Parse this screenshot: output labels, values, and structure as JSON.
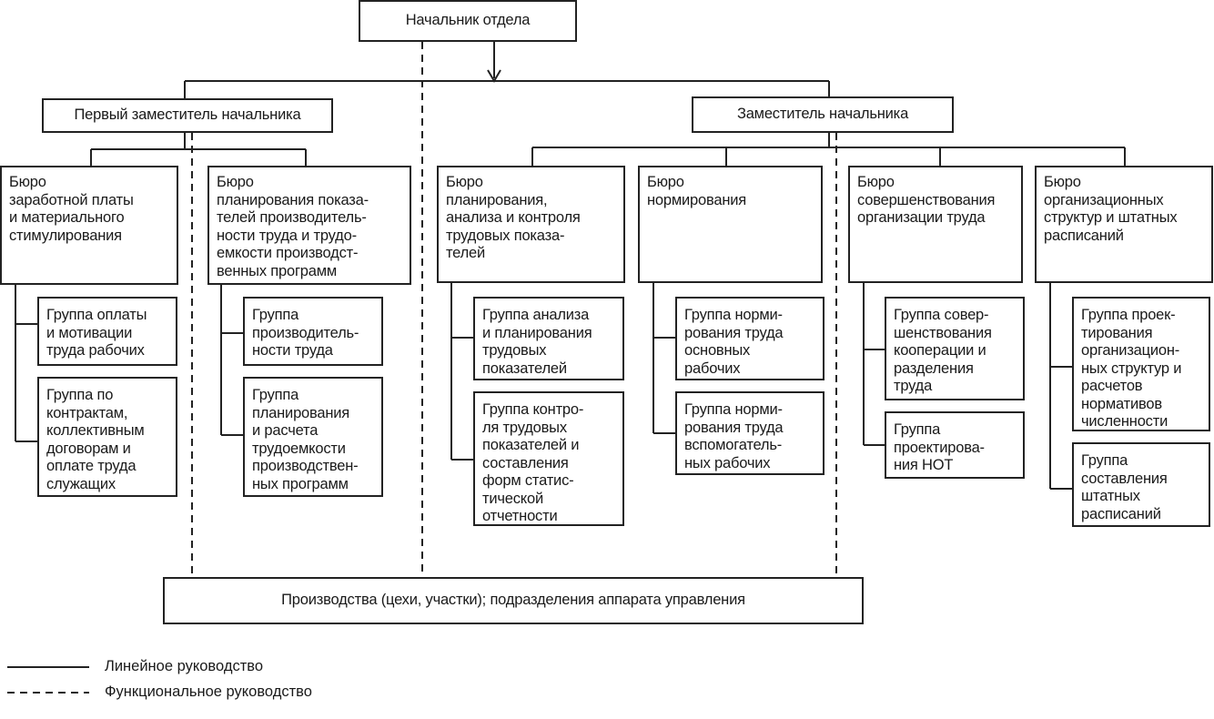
{
  "head": "Начальник отдела",
  "first_deputy": "Первый заместитель начальника",
  "deputy": "Заместитель начальника",
  "bureaus": [
    {
      "title": "Бюро\nзаработной платы\nи материального\nстимулирования",
      "groups": [
        "Группа оплаты\nи мотивации\nтруда рабочих",
        "Группа по\nконтрактам,\nколлективным\nдоговорам и\nоплате труда\nслужащих"
      ]
    },
    {
      "title": "Бюро\nпланирования показа-\nтелей производитель-\nности труда и трудо-\nемкости производст-\nвенных программ",
      "groups": [
        "Группа\nпроизводитель-\nности труда",
        "Группа\nпланирования\nи расчета\nтрудоемкости\nпроизводствен-\nных программ"
      ]
    },
    {
      "title": "Бюро\nпланирования,\nанализа и контроля\nтрудовых показа-\nтелей",
      "groups": [
        "Группа анализа\nи планирования\nтрудовых\nпоказателей",
        "Группа контро-\nля трудовых\nпоказателей и\nсоставления\nформ статис-\nтической\nотчетности"
      ]
    },
    {
      "title": "Бюро\nнормирования",
      "groups": [
        "Группа норми-\nрования труда\nосновных\nрабочих",
        "Группа норми-\nрования труда\nвспомогатель-\nных рабочих"
      ]
    },
    {
      "title": "Бюро\nсовершенствования\nорганизации труда",
      "groups": [
        "Группа совер-\nшенствования\nкооперации и\nразделения\nтруда",
        "Группа\nпроектирова-\nния НОТ"
      ]
    },
    {
      "title": "Бюро\nорганизационных\nструктур и штатных\nрасписаний",
      "groups": [
        "Группа проек-\nтирования\nорганизацион-\nных структур и\nрасчетов\nнормативов\nчисленности",
        "Группа\nсоставления\nштатных\nрасписаний"
      ]
    }
  ],
  "production": "Производства (цехи, участки); подразделения аппарата управления",
  "legend": {
    "linear": "Линейное руководство",
    "functional": "Функциональное руководство"
  }
}
